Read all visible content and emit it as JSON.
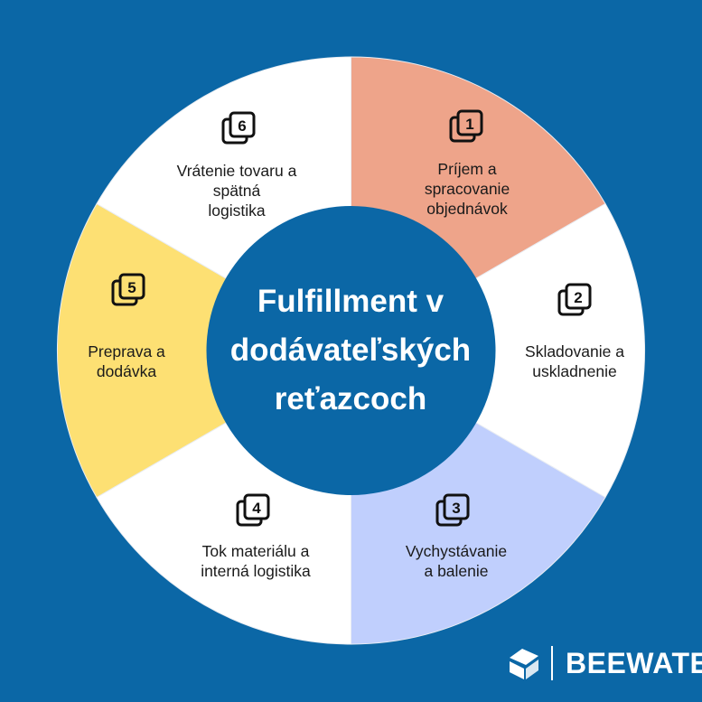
{
  "center": {
    "title_lines": [
      "Fulfillment v",
      "dodávateľských",
      "reťazcoch"
    ]
  },
  "segments": [
    {
      "number": "1",
      "label": "Príjem a spracovanie objednávok",
      "lines": [
        "Príjem a",
        "spracovanie",
        "objednávok"
      ],
      "color": "#eea48a"
    },
    {
      "number": "2",
      "label": "Skladovanie a uskladnenie",
      "lines": [
        "Skladovanie a",
        "uskladnenie"
      ],
      "color": "#ffffff"
    },
    {
      "number": "3",
      "label": "Vychystávanie a balenie",
      "lines": [
        "Vychystávanie",
        "a balenie"
      ],
      "color": "#c0cffd"
    },
    {
      "number": "4",
      "label": "Tok materiálu a interná logistika",
      "lines": [
        "Tok materiálu a",
        "interná logistika"
      ],
      "color": "#ffffff"
    },
    {
      "number": "5",
      "label": "Preprava a dodávka",
      "lines": [
        "Preprava a",
        "dodávka"
      ],
      "color": "#fde073"
    },
    {
      "number": "6",
      "label": "Vrátenie tovaru a spätná logistika",
      "lines": [
        "Vrátenie tovaru a spätná",
        "logistika"
      ],
      "color": "#ffffff"
    }
  ],
  "colors": {
    "background": "#0b67a6",
    "center_circle": "#0b67a6",
    "text": "#1a1a1a",
    "icon": "#111111"
  },
  "icons": [
    "number-badge-icon"
  ],
  "logo": {
    "brand": "BEEWATEC",
    "icon": "beewatec-cube-logo-icon"
  }
}
